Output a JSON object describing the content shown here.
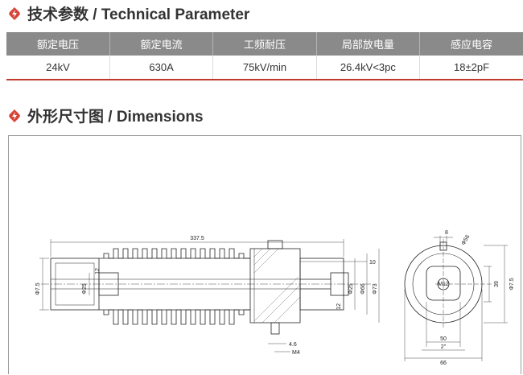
{
  "parameters": {
    "heading": "技术参数 / Technical Parameter",
    "headers": [
      "额定电压",
      "额定电流",
      "工频耐压",
      "局部放电量",
      "感应电容"
    ],
    "values": [
      "24kV",
      "630A",
      "75kV/min",
      "26.4kV<3pc",
      "18±2pF"
    ]
  },
  "dimensions": {
    "heading": "外形尺寸图 / Dimensions",
    "side_view": {
      "length": "337.5",
      "left_dia": "Φ7.5",
      "inner_dia_left": "Φ25",
      "height_left": "12",
      "flange_offset": "10",
      "inner_dia_right": "Φ25",
      "dia_mid": "Φ66",
      "dia_outer": "Φ73",
      "height_right": "12",
      "bolt_offset": "4.6",
      "bolt_thread": "M4"
    },
    "end_view": {
      "slot_width": "8",
      "slot_dia": "Φ56",
      "center_thread": "M12",
      "height_39": "39",
      "dia_75": "Φ7.5",
      "width_50": "50",
      "width_2in": "2\"",
      "width_66": "66"
    }
  },
  "colors": {
    "accent": "#c0392b",
    "header_bg": "#8a8a8a"
  },
  "icons": [
    "lightning-badge-icon"
  ]
}
